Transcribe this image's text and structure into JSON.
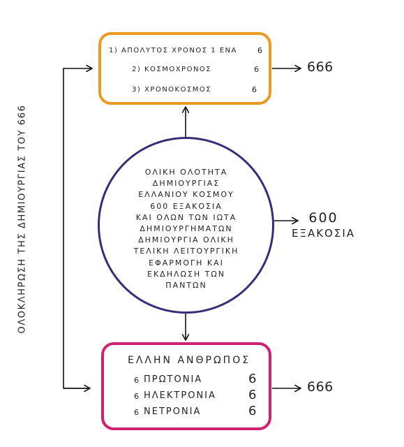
{
  "top_box": {
    "items": [
      {
        "label": "1) ΑΠΟΛΥΤΟΣ ΧΡΟΝΟΣ 1 ΕΝΑ",
        "value": "6"
      },
      {
        "label": "2) ΚΟΣΜΟΧΡΟΝΟΣ",
        "value": "6"
      },
      {
        "label": "3) ΧΡΟΝΟΚΟΣΜΟΣ",
        "value": "6"
      }
    ],
    "output": "666"
  },
  "circle": {
    "lines": [
      "ΟΛΙΚΗ ΟΛΟΤΗΤΑ",
      "ΔΗΜΙΟΥΡΓΙΑΣ",
      "ΕΛΛΑΝΙΟΥ ΚΟΣΜΟΥ",
      "600 ΕΞΑΚΟΣΙΑ",
      "ΚΑΙ ΟΛΩΝ ΤΩΝ ΙΩΤΑ",
      "ΔΗΜΙΟΥΡΓΗΜΑΤΩΝ",
      "ΔΗΜΙΟΥΡΓΙΑ ΟΛΙΚΗ",
      "ΤΕΛΙΚΗ ΛΕΙΤΟΥΡΓΙΚΗ",
      "ΕΦΑΡΜΟΓΗ ΚΑΙ",
      "ΕΚΔΗΛΩΣΗ ΤΩΝ",
      "ΠΑΝΤΩΝ"
    ],
    "output_number": "600",
    "output_word": "ΕΞΑΚΟΣΙΑ"
  },
  "side_label": "ΟΛΟΚΛΗΡΩΣΗ ΤΗΣ ΔΗΜΙΟΥΡΓΙΑΣ ΤΟΥ 666",
  "bottom_box": {
    "title": "ΕΛΛΗΝ ΑΝΘΡΩΠΟΣ",
    "items": [
      {
        "prefix": "6",
        "label": "ΠΡΩΤΟΝΙΑ",
        "value": "6"
      },
      {
        "prefix": "6",
        "label": "ΗΛΕΚΤΡΟΝΙΑ",
        "value": "6"
      },
      {
        "prefix": "6",
        "label": "ΝΕΤΡΟΝΙΑ",
        "value": "6"
      }
    ],
    "output": "666"
  },
  "colors": {
    "top_border": "#eb9a1f",
    "circle_border": "#3a2a78",
    "bottom_border": "#d0226f",
    "arrows": "#111111"
  }
}
